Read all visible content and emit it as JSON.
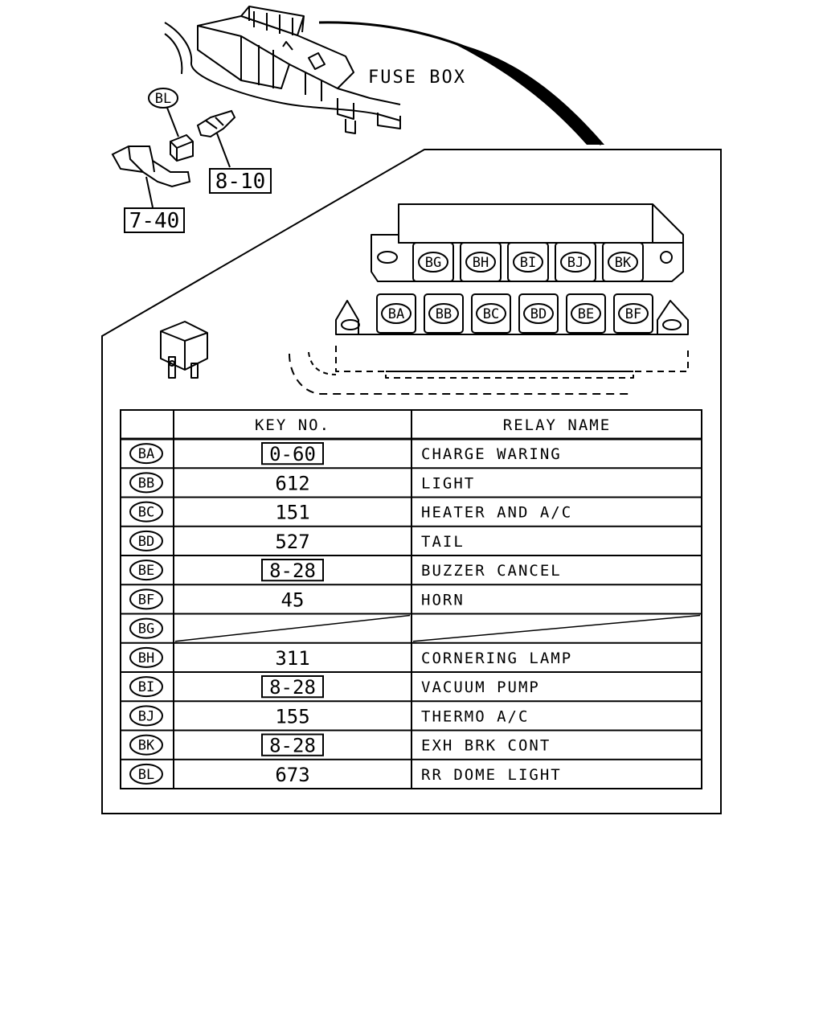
{
  "labels": {
    "fuse_box": "FUSE BOX",
    "bl_callout": "BL",
    "ref_8_10": "8-10",
    "ref_7_40": "7-40"
  },
  "relay_slots_top": [
    "BG",
    "BH",
    "BI",
    "BJ",
    "BK"
  ],
  "relay_slots_bottom": [
    "BA",
    "BB",
    "BC",
    "BD",
    "BE",
    "BF"
  ],
  "table": {
    "headers": {
      "code": "",
      "key_no": "KEY NO.",
      "relay_name": "RELAY NAME"
    },
    "rows": [
      {
        "code": "BA",
        "key_no": "0-60",
        "boxed": true,
        "relay_name": "CHARGE WARING",
        "blank": false
      },
      {
        "code": "BB",
        "key_no": "612",
        "boxed": false,
        "relay_name": "LIGHT",
        "blank": false
      },
      {
        "code": "BC",
        "key_no": "151",
        "boxed": false,
        "relay_name": "HEATER AND A/C",
        "blank": false
      },
      {
        "code": "BD",
        "key_no": "527",
        "boxed": false,
        "relay_name": "TAIL",
        "blank": false
      },
      {
        "code": "BE",
        "key_no": "8-28",
        "boxed": true,
        "relay_name": "BUZZER CANCEL",
        "blank": false
      },
      {
        "code": "BF",
        "key_no": "45",
        "boxed": false,
        "relay_name": "HORN",
        "blank": false
      },
      {
        "code": "BG",
        "key_no": "",
        "boxed": false,
        "relay_name": "",
        "blank": true
      },
      {
        "code": "BH",
        "key_no": "311",
        "boxed": false,
        "relay_name": "CORNERING LAMP",
        "blank": false
      },
      {
        "code": "BI",
        "key_no": "8-28",
        "boxed": true,
        "relay_name": "VACUUM PUMP",
        "blank": false
      },
      {
        "code": "BJ",
        "key_no": "155",
        "boxed": false,
        "relay_name": "THERMO A/C",
        "blank": false
      },
      {
        "code": "BK",
        "key_no": "8-28",
        "boxed": true,
        "relay_name": "EXH BRK CONT",
        "blank": false
      },
      {
        "code": "BL",
        "key_no": "673",
        "boxed": false,
        "relay_name": "RR DOME LIGHT",
        "blank": false
      }
    ]
  }
}
